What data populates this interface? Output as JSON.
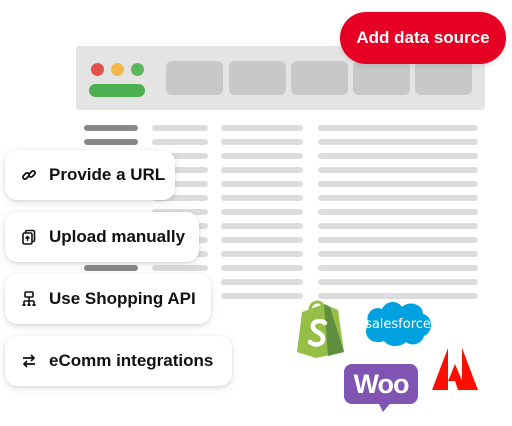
{
  "cta": {
    "label": "Add data source"
  },
  "options": [
    {
      "label": "Provide a URL",
      "icon": "link-icon"
    },
    {
      "label": "Upload manually",
      "icon": "upload-files-icon"
    },
    {
      "label": "Use Shopping API",
      "icon": "api-network-icon"
    },
    {
      "label": "eComm integrations",
      "icon": "swap-arrows-icon"
    }
  ],
  "integrations": {
    "salesforce": "salesforce",
    "woo": "Woo"
  },
  "colors": {
    "accent": "#e60023",
    "shopify": "#95bf47",
    "salesforce": "#00a1e0",
    "woo": "#7f54b3",
    "adobe": "#fa0f00"
  }
}
